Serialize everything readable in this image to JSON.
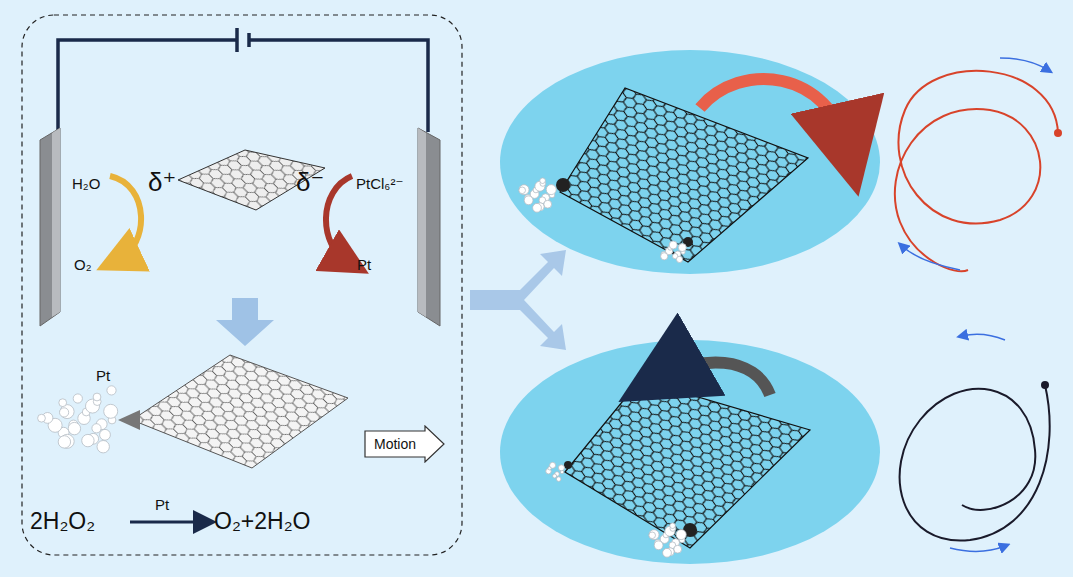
{
  "diagram": {
    "nodes": [
      {
        "text": [
          "Motion"
        ]
      }
    ],
    "labels": [
      "H₂O",
      "δ⁺",
      "δ⁻",
      "PtCl₆²⁻",
      "O₂",
      "Pt",
      "Pt",
      "2H₂O₂",
      "Pt",
      "O₂+2H₂O"
    ]
  }
}
